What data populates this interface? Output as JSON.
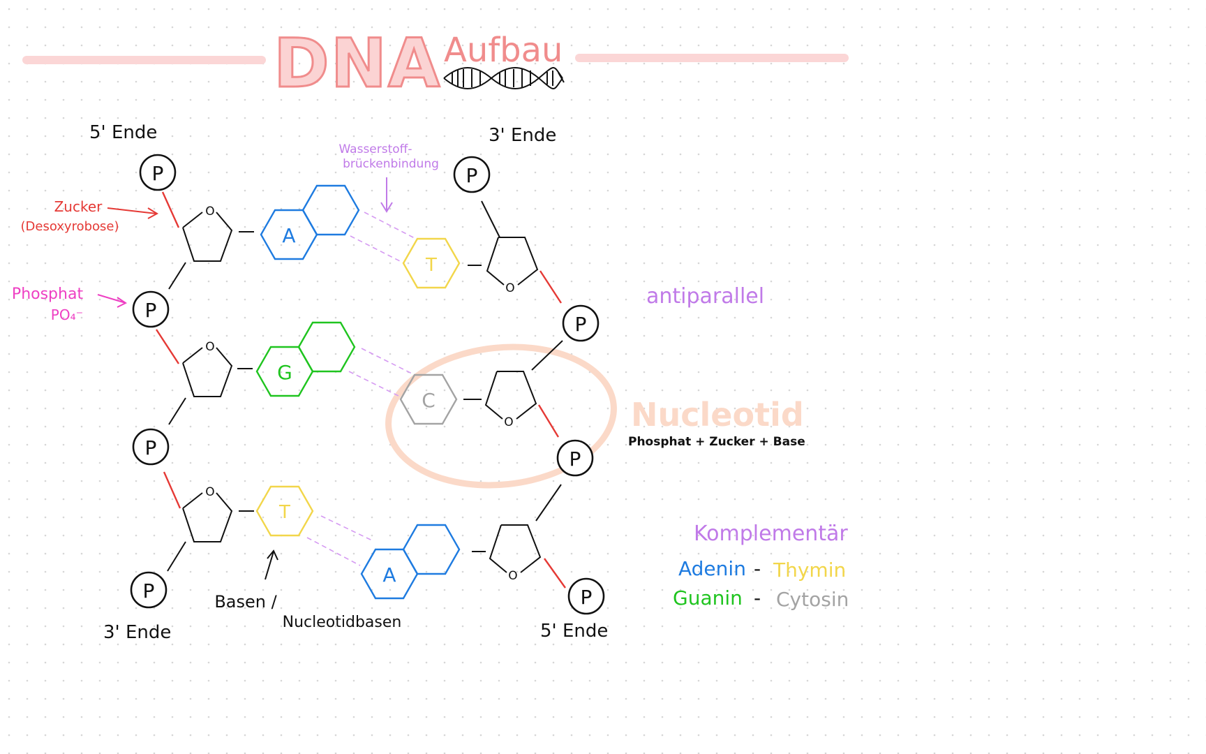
{
  "title": {
    "main": "DNA",
    "sub": "Aufbau"
  },
  "colors": {
    "title_pink": "#f4a7a9",
    "title_fill": "#fbd3d3",
    "sub_pink": "#f08c8c",
    "header_line": "#fbd6d6",
    "black": "#111111",
    "red": "#e53935",
    "magenta": "#ee3fc3",
    "violet": "#c07ae8",
    "blue": "#1e7be0",
    "green": "#1fc41f",
    "yellow": "#f2d64a",
    "gray": "#a3a3a3",
    "peach": "#fbd9c8",
    "dots": "#d4d4d4"
  },
  "labels": {
    "five_prime_top": "5' Ende",
    "three_prime_top": "3' Ende",
    "three_prime_bottom": "3' Ende",
    "five_prime_bottom": "5' Ende",
    "zucker_line1": "Zucker",
    "zucker_line2": "(Desoxyrobose)",
    "phosphat_line1": "Phosphat",
    "phosphat_line2": "PO₄⁻",
    "wasserstoff_line1": "Wasserstoff-",
    "wasserstoff_line2": "brückenbindung",
    "basen_line1": "Basen /",
    "basen_line2": "Nucleotidbasen",
    "phosphate_letter": "P",
    "oxygen_letter": "O"
  },
  "bases": {
    "left": [
      "A",
      "G",
      "T"
    ],
    "right": [
      "T",
      "C",
      "A"
    ]
  },
  "notes": {
    "antiparallel": "antiparallel",
    "nucleotid": "Nucleotid",
    "nucleotid_def": "Phosphat + Zucker + Base",
    "komplementaer": "Komplementär",
    "pair1_left": "Adenin",
    "pair1_dash": "-",
    "pair1_right": "Thymin",
    "pair2_left": "Guanin",
    "pair2_dash": "-",
    "pair2_right": "Cytosin"
  }
}
